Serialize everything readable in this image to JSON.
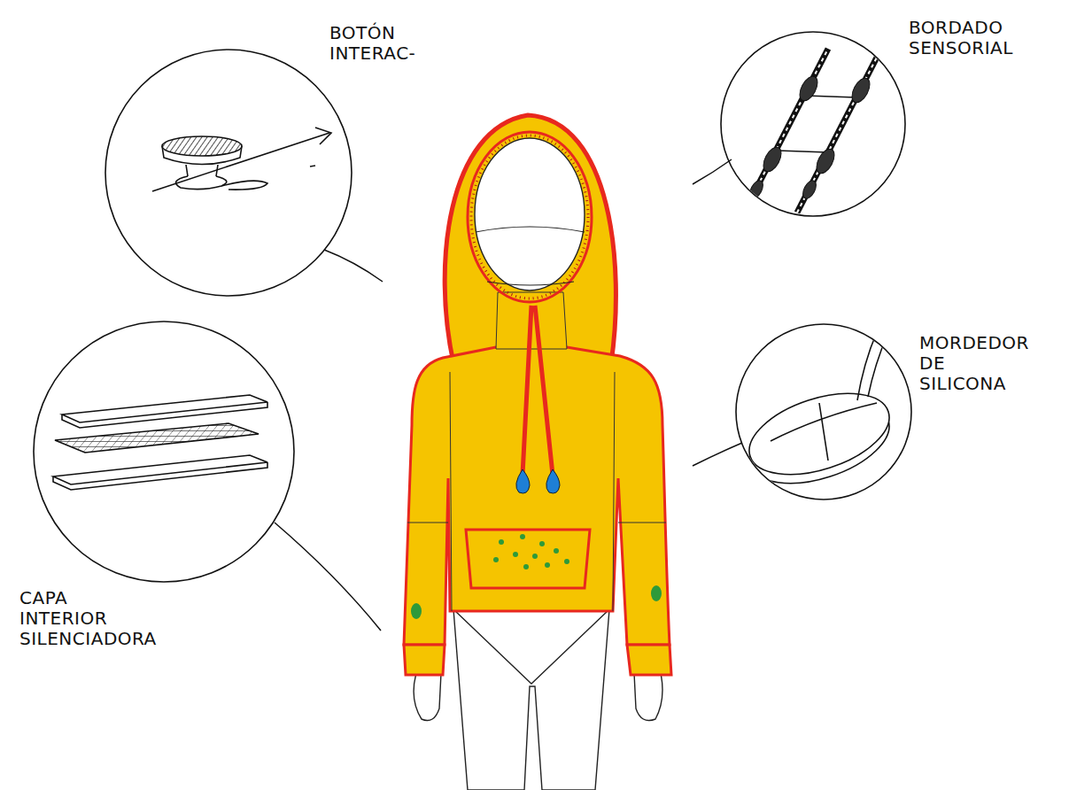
{
  "diagram": {
    "nodes": [
      {
        "text": [
          "BOTÓN INTERAC-"
        ]
      },
      {
        "text": [
          "BORDADO SENSORIAL"
        ]
      },
      {
        "text": [
          "CAPA INTERIOR SILENCIADORA"
        ]
      },
      {
        "text": [
          "MORDEDOR DE SILICONA"
        ]
      }
    ]
  }
}
